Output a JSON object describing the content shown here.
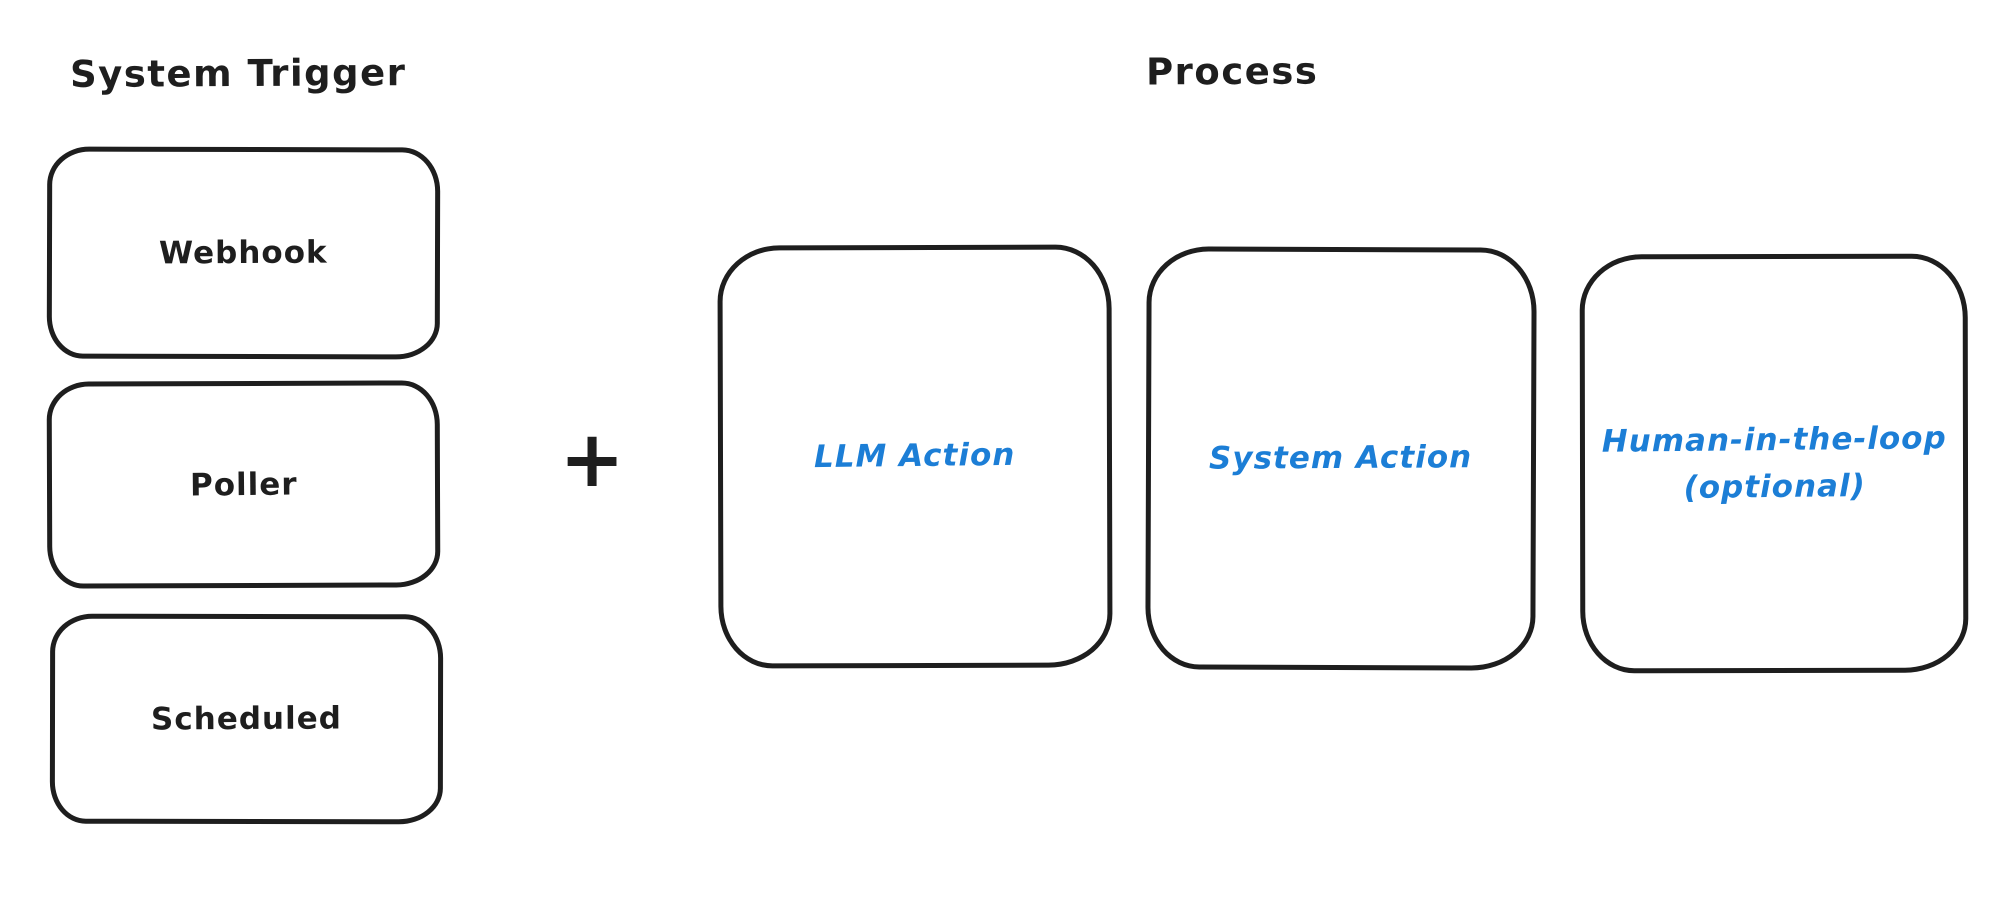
{
  "canvas": {
    "background_color": "#ffffff",
    "ink_color": "#1e1e1e",
    "accent_color": "#1c7ed6"
  },
  "headings": {
    "system_trigger": "System Trigger",
    "process": "Process"
  },
  "operator": "+",
  "trigger_boxes": [
    {
      "label": "Webhook"
    },
    {
      "label": "Poller"
    },
    {
      "label": "Scheduled"
    }
  ],
  "process_boxes": [
    {
      "label": "LLM Action",
      "label_line2": ""
    },
    {
      "label": "System Action",
      "label_line2": ""
    },
    {
      "label": "Human-in-the-loop",
      "label_line2": "(optional)"
    }
  ]
}
